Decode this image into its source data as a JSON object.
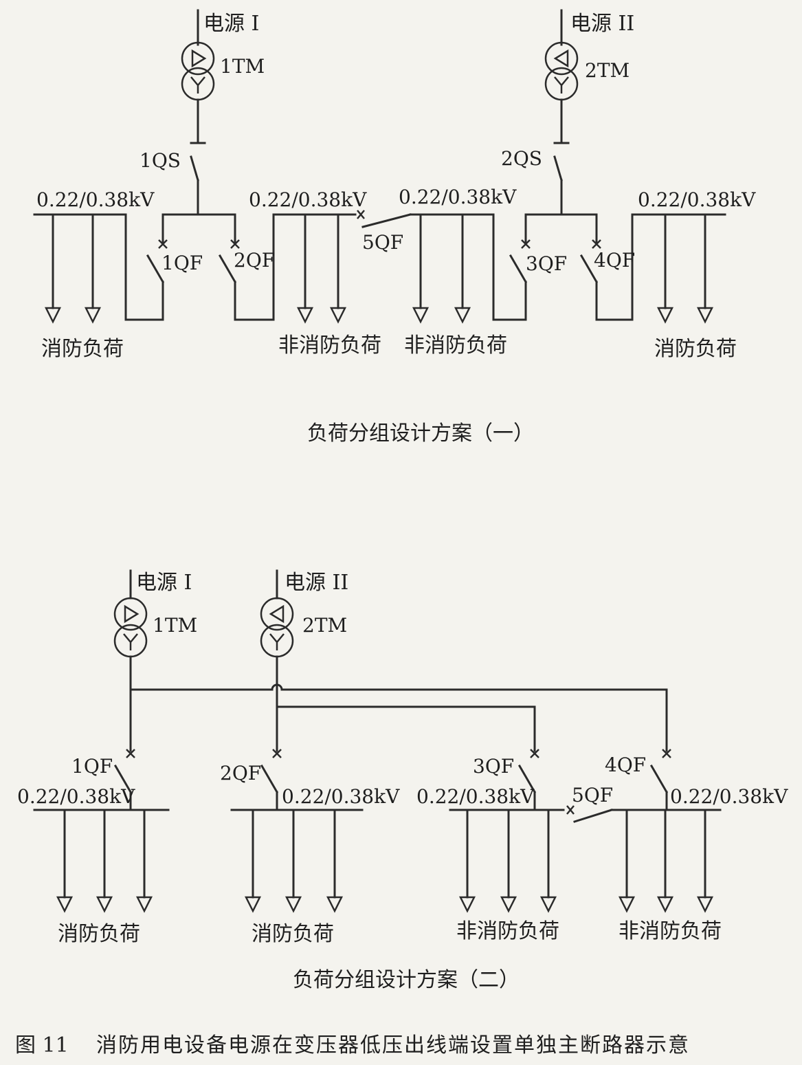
{
  "scheme1": {
    "source1": "电源 I",
    "source2": "电源 II",
    "transformer1": "1TM",
    "transformer2": "2TM",
    "switch1": "1QS",
    "switch2": "2QS",
    "voltage": [
      "0.22/0.38kV",
      "0.22/0.38kV",
      "0.22/0.38kV",
      "0.22/0.38kV"
    ],
    "breakers": [
      "1QF",
      "2QF",
      "5QF",
      "3QF",
      "4QF"
    ],
    "loads": [
      "消防负荷",
      "非消防负荷",
      "非消防负荷",
      "消防负荷"
    ],
    "caption": "负荷分组设计方案（一）"
  },
  "scheme2": {
    "source1": "电源 I",
    "source2": "电源 II",
    "transformer1": "1TM",
    "transformer2": "2TM",
    "breakers": [
      "1QF",
      "2QF",
      "3QF",
      "4QF",
      "5QF"
    ],
    "voltage": [
      "0.22/0.38kV",
      "0.22/0.38kV",
      "0.22/0.38kV",
      "0.22/0.38kV"
    ],
    "loads": [
      "消防负荷",
      "消防负荷",
      "非消防负荷",
      "非消防负荷"
    ],
    "caption": "负荷分组设计方案（二）"
  },
  "figure_caption": {
    "number": "图 11",
    "title": "消防用电设备电源在变压器低压出线端设置单独主断路器示意"
  }
}
